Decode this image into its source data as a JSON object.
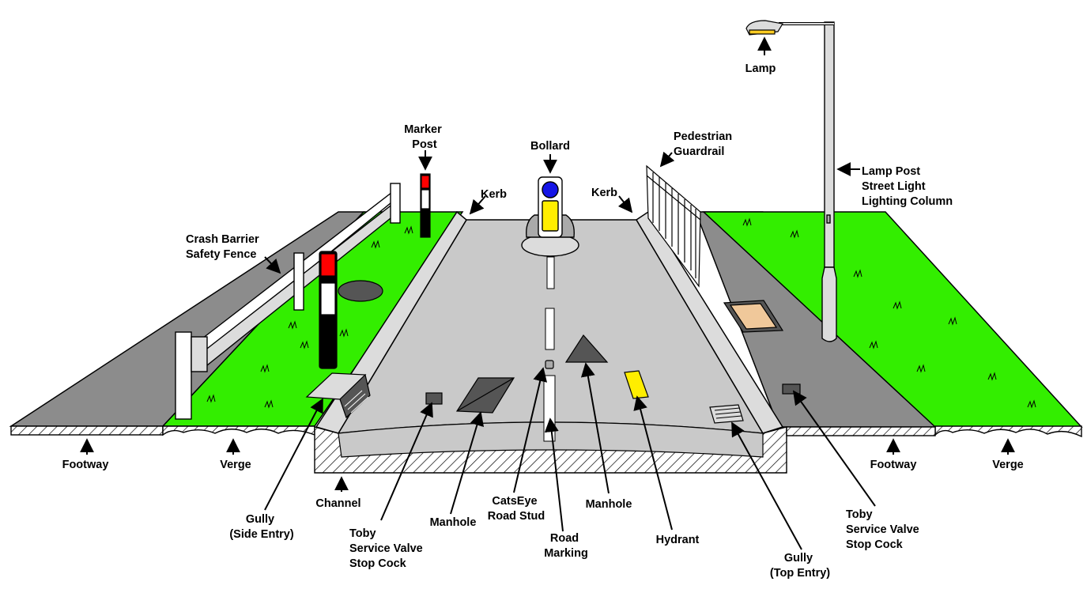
{
  "colors": {
    "grass": "#33ee00",
    "footway": "#8c8c8c",
    "road": "#c9c9c9",
    "bollard_blue": "#1515e6",
    "bollard_yellow": "#ffee00",
    "marker_red": "#ff0000",
    "lamp_yellow": "#ffcc22",
    "hydrant": "#ffee00",
    "cover_tan": "#f0c89a",
    "dark_cover": "#555555"
  },
  "labels": {
    "lamp": "Lamp",
    "lamp_post": [
      "Lamp Post",
      "Street Light",
      "Lighting Column"
    ],
    "pedestrian_guardrail": [
      "Pedestrian",
      "Guardrail"
    ],
    "kerb_right": "Kerb",
    "kerb_left": "Kerb",
    "bollard": "Bollard",
    "marker_post": [
      "Marker",
      "Post"
    ],
    "crash_barrier": [
      "Crash Barrier",
      "Safety Fence"
    ],
    "footway_left": "Footway",
    "verge_left": "Verge",
    "footway_right": "Footway",
    "verge_right": "Verge",
    "channel": "Channel",
    "gully_side": [
      "Gully",
      "(Side Entry)"
    ],
    "toby_left": [
      "Toby",
      "Service Valve",
      "Stop Cock"
    ],
    "manhole_left": "Manhole",
    "catseye": [
      "CatsEye",
      "Road Stud"
    ],
    "road_marking": [
      "Road",
      "Marking"
    ],
    "manhole_right": "Manhole",
    "hydrant": "Hydrant",
    "gully_top": [
      "Gully",
      "(Top Entry)"
    ],
    "toby_right": [
      "Toby",
      "Service Valve",
      "Stop Cock"
    ]
  }
}
